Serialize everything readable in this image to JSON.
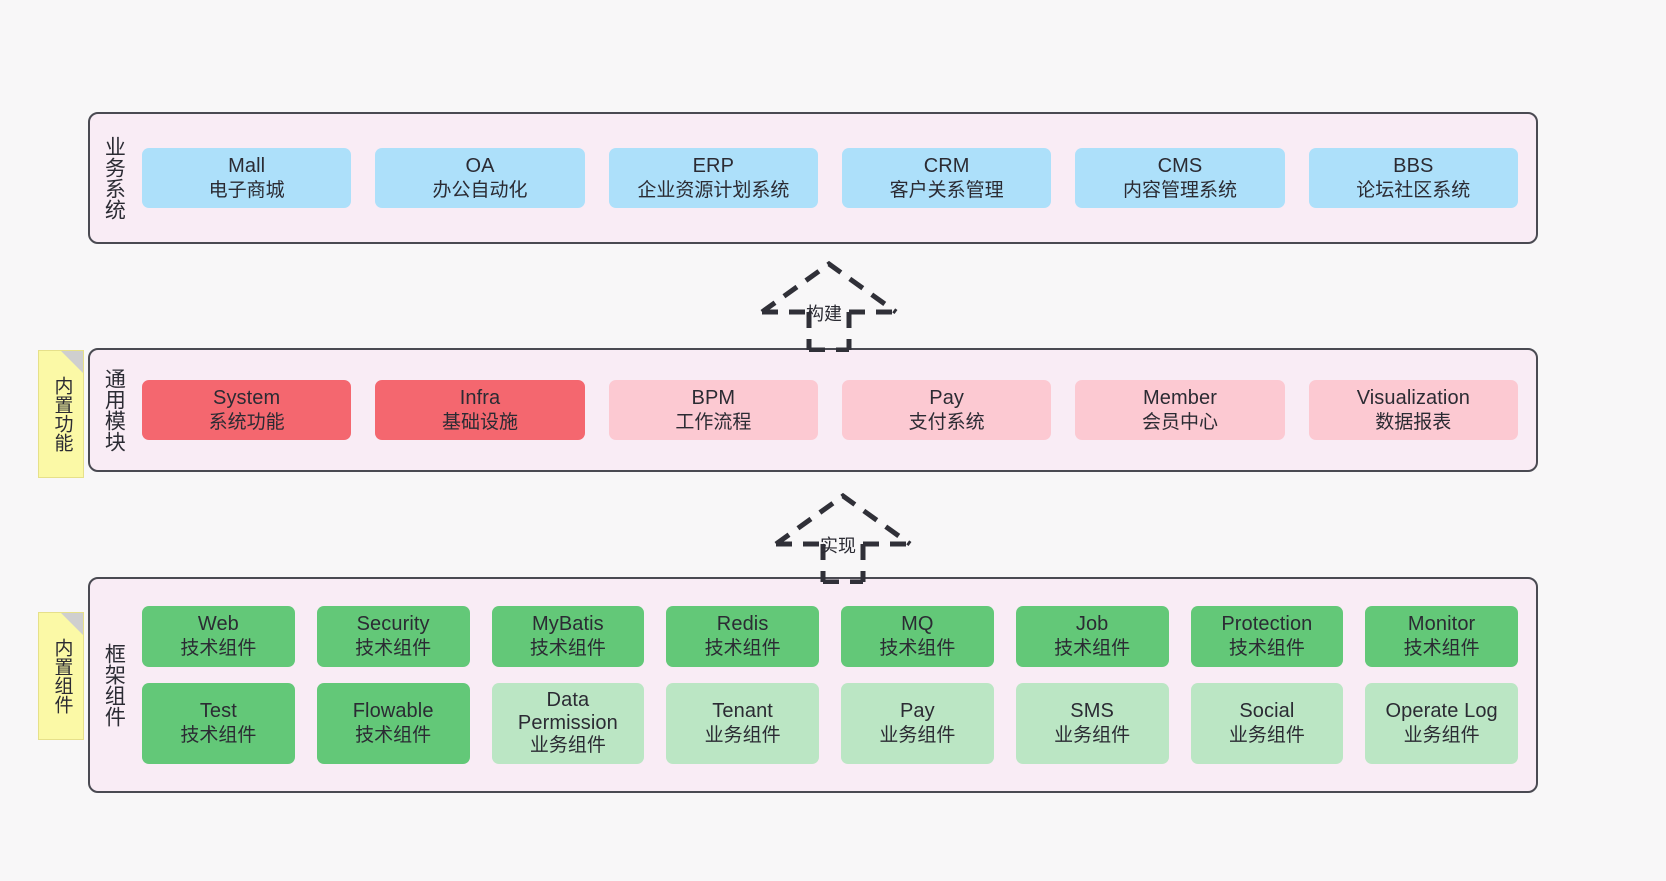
{
  "diagram": {
    "background_color": "#f8f7f8",
    "panel_fill": "#f9ecf5",
    "panel_border": "#4a4a52",
    "note_fill": "#fbf9a6"
  },
  "notes": [
    {
      "id": "note-builtin-features",
      "text": "内置功能"
    },
    {
      "id": "note-builtin-components",
      "text": "内置组件"
    }
  ],
  "connectors": [
    {
      "id": "connector-build",
      "label": "构建",
      "style": "dashed-hollow-arrow-up"
    },
    {
      "id": "connector-implement",
      "label": "实现",
      "style": "dashed-hollow-arrow-up"
    }
  ],
  "layers": [
    {
      "id": "layer-business-systems",
      "title": "业务系统",
      "rows": [
        {
          "cells": [
            {
              "en": "Mall",
              "cn": "电子商城",
              "color": "#ade0fa",
              "palette": "c-blue"
            },
            {
              "en": "OA",
              "cn": "办公自动化",
              "color": "#ade0fa",
              "palette": "c-blue"
            },
            {
              "en": "ERP",
              "cn": "企业资源计划系统",
              "color": "#ade0fa",
              "palette": "c-blue"
            },
            {
              "en": "CRM",
              "cn": "客户关系管理",
              "color": "#ade0fa",
              "palette": "c-blue"
            },
            {
              "en": "CMS",
              "cn": "内容管理系统",
              "color": "#ade0fa",
              "palette": "c-blue"
            },
            {
              "en": "BBS",
              "cn": "论坛社区系统",
              "color": "#ade0fa",
              "palette": "c-blue"
            }
          ]
        }
      ]
    },
    {
      "id": "layer-common-modules",
      "title": "通用模块",
      "rows": [
        {
          "cells": [
            {
              "en": "System",
              "cn": "系统功能",
              "color": "#f4676f",
              "palette": "c-red"
            },
            {
              "en": "Infra",
              "cn": "基础设施",
              "color": "#f4676f",
              "palette": "c-red"
            },
            {
              "en": "BPM",
              "cn": "工作流程",
              "color": "#fcc9d2",
              "palette": "c-lightred"
            },
            {
              "en": "Pay",
              "cn": "支付系统",
              "color": "#fcc9d2",
              "palette": "c-lightred"
            },
            {
              "en": "Member",
              "cn": "会员中心",
              "color": "#fcc9d2",
              "palette": "c-lightred"
            },
            {
              "en": "Visualization",
              "cn": "数据报表",
              "color": "#fcc9d2",
              "palette": "c-lightred"
            }
          ]
        }
      ]
    },
    {
      "id": "layer-framework-components",
      "title": "框架组件",
      "rows": [
        {
          "cells": [
            {
              "en": "Web",
              "cn": "技术组件",
              "color": "#63c878",
              "palette": "c-green"
            },
            {
              "en": "Security",
              "cn": "技术组件",
              "color": "#63c878",
              "palette": "c-green"
            },
            {
              "en": "MyBatis",
              "cn": "技术组件",
              "color": "#63c878",
              "palette": "c-green"
            },
            {
              "en": "Redis",
              "cn": "技术组件",
              "color": "#63c878",
              "palette": "c-green"
            },
            {
              "en": "MQ",
              "cn": "技术组件",
              "color": "#63c878",
              "palette": "c-green"
            },
            {
              "en": "Job",
              "cn": "技术组件",
              "color": "#63c878",
              "palette": "c-green"
            },
            {
              "en": "Protection",
              "cn": "技术组件",
              "color": "#63c878",
              "palette": "c-green"
            },
            {
              "en": "Monitor",
              "cn": "技术组件",
              "color": "#63c878",
              "palette": "c-green"
            }
          ]
        },
        {
          "cells": [
            {
              "en": "Test",
              "cn": "技术组件",
              "color": "#63c878",
              "palette": "c-green"
            },
            {
              "en": "Flowable",
              "cn": "技术组件",
              "color": "#63c878",
              "palette": "c-green"
            },
            {
              "en": "Data Permission",
              "cn": "业务组件",
              "color": "#bbe6c4",
              "palette": "c-lightgreen"
            },
            {
              "en": "Tenant",
              "cn": "业务组件",
              "color": "#bbe6c4",
              "palette": "c-lightgreen"
            },
            {
              "en": "Pay",
              "cn": "业务组件",
              "color": "#bbe6c4",
              "palette": "c-lightgreen"
            },
            {
              "en": "SMS",
              "cn": "业务组件",
              "color": "#bbe6c4",
              "palette": "c-lightgreen"
            },
            {
              "en": "Social",
              "cn": "业务组件",
              "color": "#bbe6c4",
              "palette": "c-lightgreen"
            },
            {
              "en": "Operate Log",
              "cn": "业务组件",
              "color": "#bbe6c4",
              "palette": "c-lightgreen"
            }
          ]
        }
      ]
    }
  ]
}
